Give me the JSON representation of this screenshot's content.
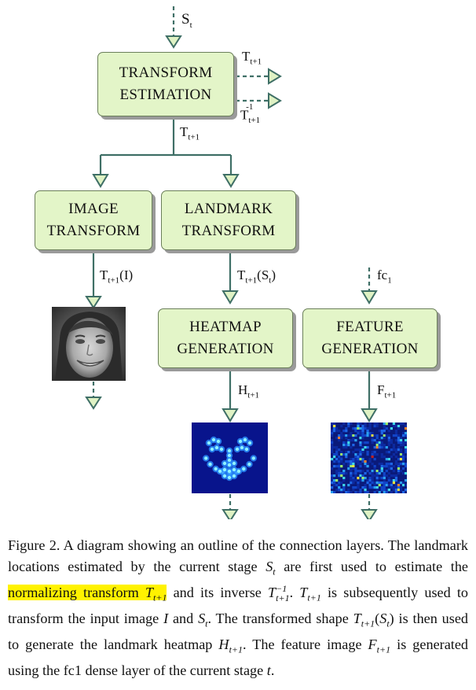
{
  "boxes": {
    "transform_estimation": [
      "TRANSFORM",
      "ESTIMATION"
    ],
    "image_transform": [
      "IMAGE",
      "TRANSFORM"
    ],
    "landmark_transform": [
      "LANDMARK",
      "TRANSFORM"
    ],
    "heatmap_generation": [
      "HEATMAP",
      "GENERATION"
    ],
    "feature_generation": [
      "FEATURE",
      "GENERATION"
    ]
  },
  "labels": {
    "input_base": "S",
    "input_sub": "t",
    "t_out_base": "T",
    "t_out_sub": "t+1",
    "t_inv_base": "T",
    "t_inv_sub": "t+1",
    "t_inv_sup": "-1",
    "t_down_base": "T",
    "t_down_sub": "t+1",
    "t_img_base": "T",
    "t_img_sub": "t+1",
    "t_img_arg": "(I)",
    "t_lmk_base": "T",
    "t_lmk_sub": "t+1",
    "t_lmk_arg_open": "(S",
    "t_lmk_arg_sub": "t",
    "t_lmk_arg_close": ")",
    "fc_base": "fc",
    "fc_sub": "1",
    "h_base": "H",
    "h_sub": "t+1",
    "f_base": "F",
    "f_sub": "t+1"
  },
  "caption": {
    "p1": "Figure 2. A diagram showing an outline of the connection layers. The landmark locations estimated by the current stage ",
    "s_t_base": "S",
    "s_t_sub": "t",
    "p2": " are first used to estimate the",
    "highlight": " normalizing transform ",
    "hl_T": "T",
    "hl_sub": "t+1",
    "p3": " and its inverse ",
    "inv_T": "T",
    "inv_sub": "t+1",
    "inv_sup": "−1",
    "p4": ".  ",
    "t2_T": "T",
    "t2_sub": "t+1",
    "p5": " is subsequently used to transform the input image ",
    "img_var": "I",
    "p6": " and ",
    "s2_base": "S",
    "s2_sub": "t",
    "p7": ". The transformed shape ",
    "t3_T": "T",
    "t3_sub": "t+1",
    "p8": "(",
    "s3_base": "S",
    "s3_sub": "t",
    "p9": ") is then used to generate the landmark heatmap ",
    "h_var": "H",
    "h_sub": "t+1",
    "p10": ". The feature image ",
    "f_var": "F",
    "f_sub": "t+1",
    "p11": " is generated using the fc1 dense layer of the current stage ",
    "t_var": "t",
    "p12": "."
  },
  "colors": {
    "box_fill": "#e3f5c8",
    "box_border": "#6b7f5a",
    "arrow": "#3f6f66",
    "highlight": "#fff200"
  }
}
